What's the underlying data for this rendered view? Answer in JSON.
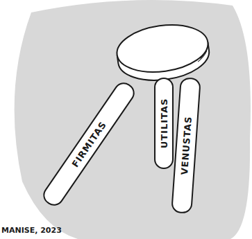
{
  "diagram": {
    "nodes": [
      {
        "text": [
          "FIRMITAS"
        ]
      },
      {
        "text": [
          "UTILITAS"
        ]
      },
      {
        "text": [
          "VENUSTAS"
        ]
      }
    ],
    "labels": [
      "MANISE, 2023"
    ]
  }
}
